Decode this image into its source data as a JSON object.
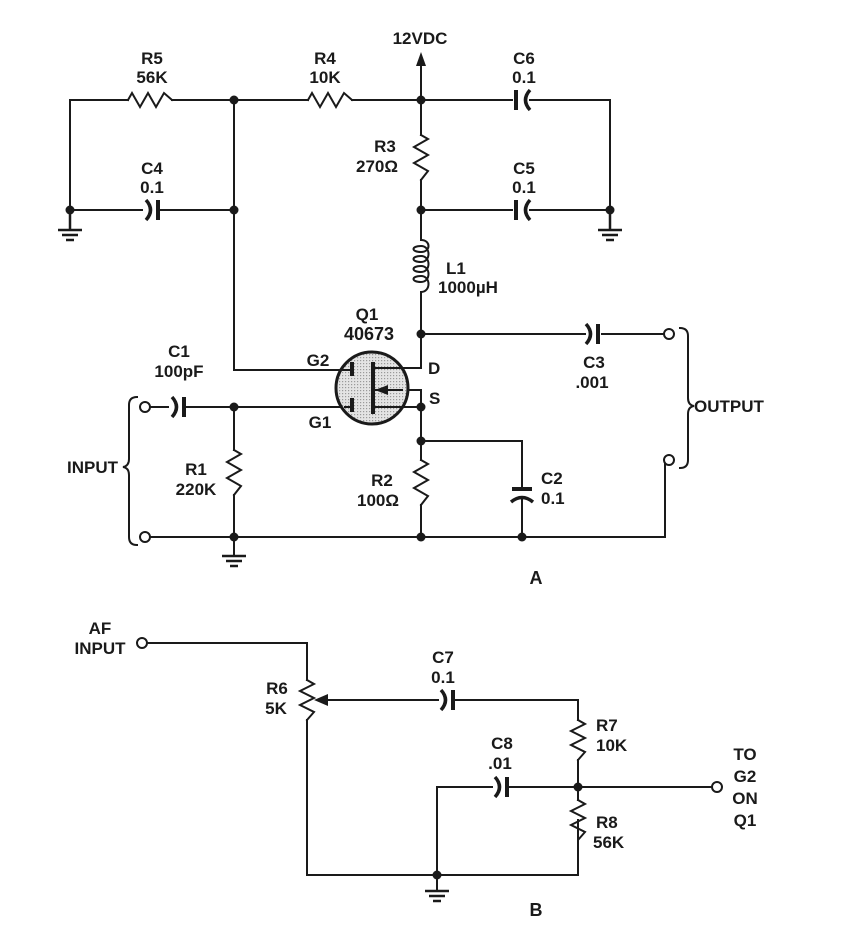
{
  "diagram": {
    "type": "circuit-schematic",
    "circuit_a": {
      "label": "A",
      "supply": "12VDC",
      "components": {
        "R1": {
          "ref": "R1",
          "value": "220K"
        },
        "R2": {
          "ref": "R2",
          "value": "100Ω"
        },
        "R3": {
          "ref": "R3",
          "value": "270Ω"
        },
        "R4": {
          "ref": "R4",
          "value": "10K"
        },
        "R5": {
          "ref": "R5",
          "value": "56K"
        },
        "C1": {
          "ref": "C1",
          "value": "100pF"
        },
        "C2": {
          "ref": "C2",
          "value": "0.1"
        },
        "C3": {
          "ref": "C3",
          "value": ".001"
        },
        "C4": {
          "ref": "C4",
          "value": "0.1"
        },
        "C5": {
          "ref": "C5",
          "value": "0.1"
        },
        "C6": {
          "ref": "C6",
          "value": "0.1"
        },
        "L1": {
          "ref": "L1",
          "value": "1000µH"
        },
        "Q1": {
          "ref": "Q1",
          "value": "40673",
          "pins": {
            "g1": "G1",
            "g2": "G2",
            "d": "D",
            "s": "S"
          }
        }
      },
      "input_label": "INPUT",
      "output_label": "OUTPUT"
    },
    "circuit_b": {
      "label": "B",
      "components": {
        "R6": {
          "ref": "R6",
          "value": "5K"
        },
        "R7": {
          "ref": "R7",
          "value": "10K"
        },
        "R8": {
          "ref": "R8",
          "value": "56K"
        },
        "C7": {
          "ref": "C7",
          "value": "0.1"
        },
        "C8": {
          "ref": "C8",
          "value": ".01"
        }
      },
      "input_label_line1": "AF",
      "input_label_line2": "INPUT",
      "output_label_lines": [
        "TO",
        "G2",
        "ON",
        "Q1"
      ]
    }
  }
}
